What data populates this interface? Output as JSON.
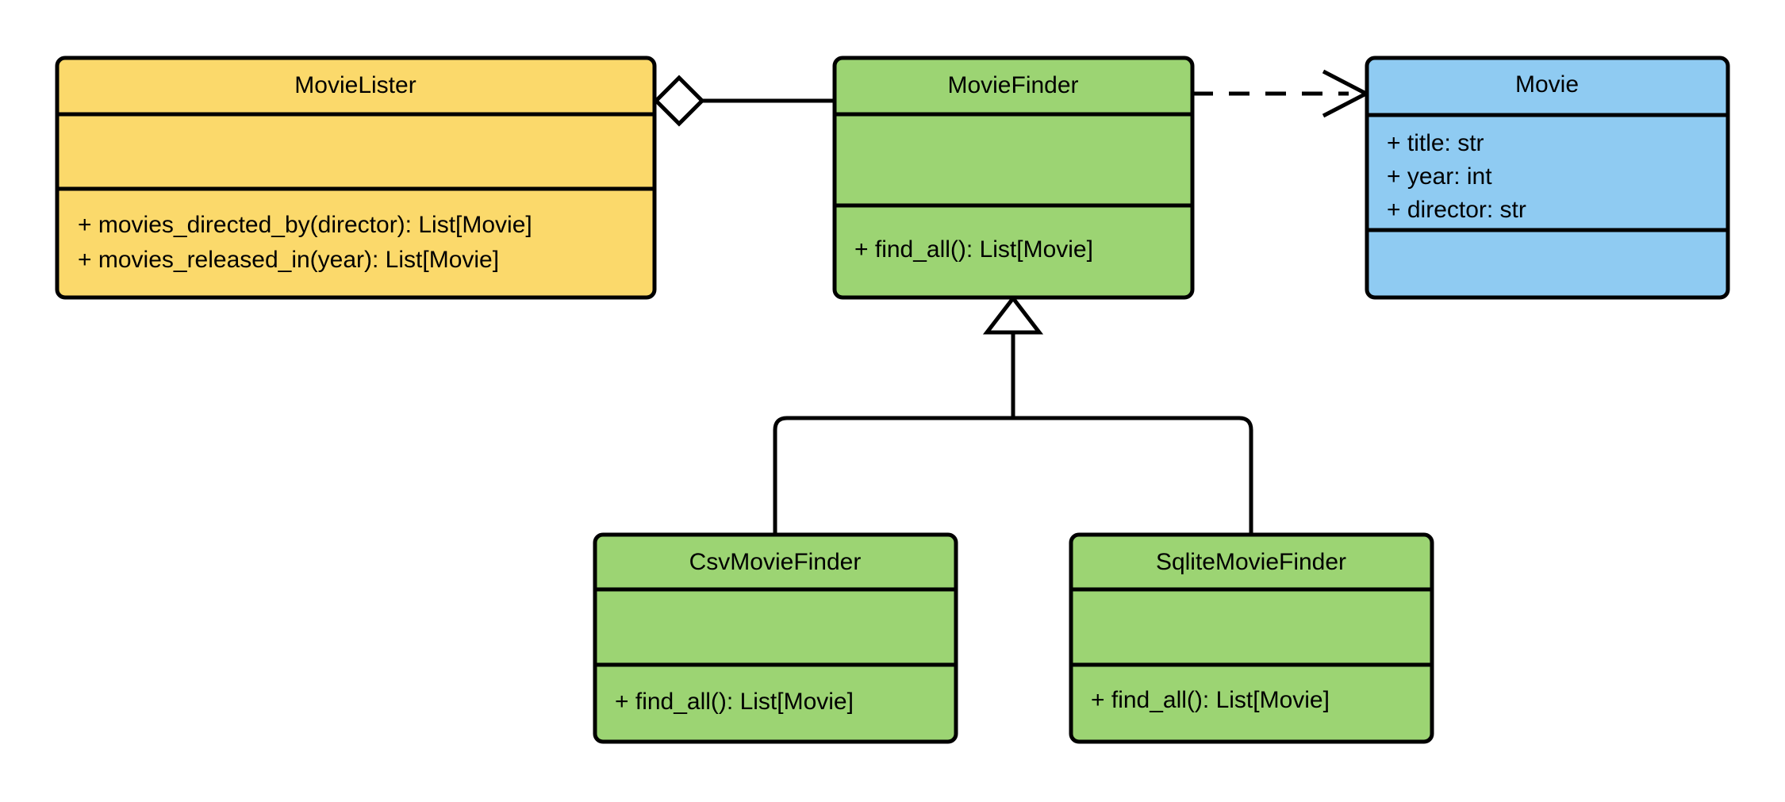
{
  "diagram": {
    "kind": "uml-class-diagram",
    "colors": {
      "yellow_fill": "#FBD96B",
      "green_fill": "#9CD473",
      "blue_fill": "#8FCBF2",
      "stroke": "#000000",
      "background": "#FFFFFF"
    },
    "classes": [
      {
        "id": "movielister",
        "name": "MovieLister",
        "fill": "#FBD96B",
        "attributes": [],
        "methods": [
          "+ movies_directed_by(director): List[Movie]",
          "+ movies_released_in(year): List[Movie]"
        ]
      },
      {
        "id": "moviefinder",
        "name": "MovieFinder",
        "fill": "#9CD473",
        "attributes": [],
        "methods": [
          "+ find_all(): List[Movie]"
        ]
      },
      {
        "id": "movie",
        "name": "Movie",
        "fill": "#8FCBF2",
        "attributes": [
          "+ title: str",
          "+ year: int",
          "+ director: str"
        ],
        "methods": []
      },
      {
        "id": "csvmoviefinder",
        "name": "CsvMovieFinder",
        "fill": "#9CD473",
        "attributes": [],
        "methods": [
          "+ find_all(): List[Movie]"
        ]
      },
      {
        "id": "sqlitemoviefinder",
        "name": "SqliteMovieFinder",
        "fill": "#9CD473",
        "attributes": [],
        "methods": [
          "+ find_all(): List[Movie]"
        ]
      }
    ],
    "relationships": [
      {
        "id": "rel-aggregation",
        "type": "aggregation",
        "marker": "hollow-diamond",
        "line": "solid",
        "source": "MovieLister",
        "target": "MovieFinder"
      },
      {
        "id": "rel-dependency",
        "type": "dependency",
        "marker": "open-arrow",
        "line": "dashed",
        "source": "MovieFinder",
        "target": "Movie"
      },
      {
        "id": "rel-generalization-csv",
        "type": "generalization",
        "marker": "hollow-triangle",
        "line": "solid",
        "source": "CsvMovieFinder",
        "target": "MovieFinder"
      },
      {
        "id": "rel-generalization-sqlite",
        "type": "generalization",
        "marker": "hollow-triangle",
        "line": "solid",
        "source": "SqliteMovieFinder",
        "target": "MovieFinder"
      }
    ]
  }
}
